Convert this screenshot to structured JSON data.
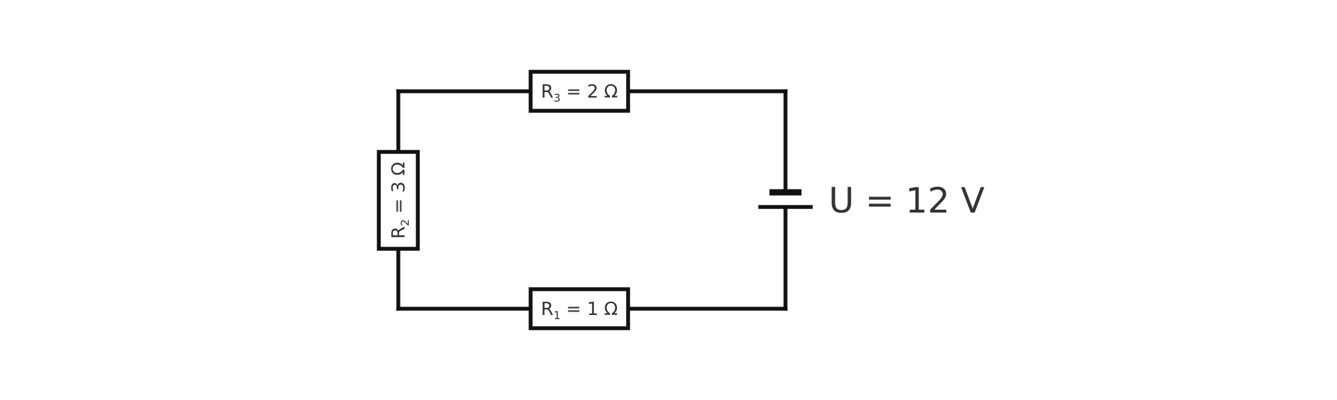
{
  "diagram": {
    "resistors": [
      {
        "id": "R1",
        "symbol": "R",
        "subscript": "1",
        "equals": "=",
        "value": "1",
        "unit": "Ω"
      },
      {
        "id": "R2",
        "symbol": "R",
        "subscript": "2",
        "equals": "=",
        "value": "3",
        "unit": "Ω"
      },
      {
        "id": "R3",
        "symbol": "R",
        "subscript": "3",
        "equals": "=",
        "value": "2",
        "unit": "Ω"
      }
    ],
    "source": {
      "label": "U = 12 V"
    },
    "colors": {
      "line": "#111111",
      "text": "#333333",
      "background": "#ffffff"
    }
  }
}
